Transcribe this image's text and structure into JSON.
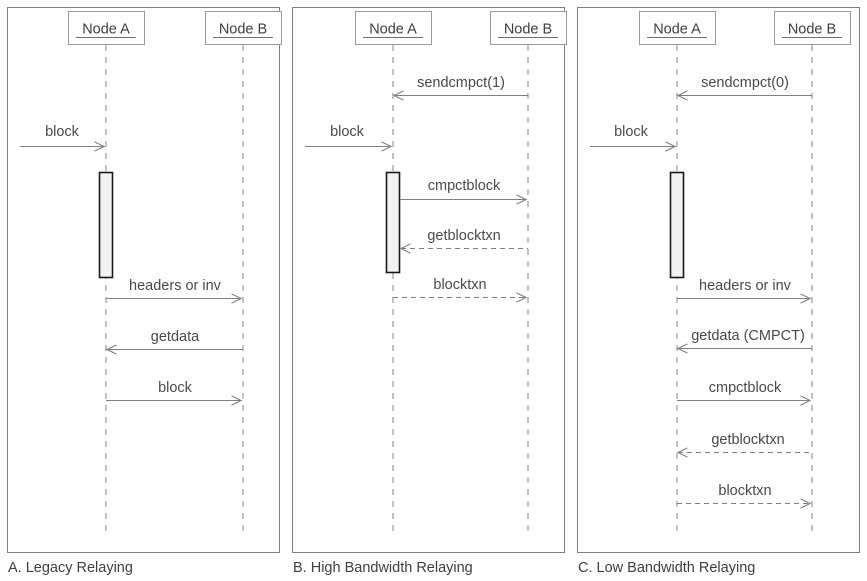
{
  "figure": {
    "title": "Compact Block Relaying Sequence Diagrams",
    "colors": {
      "panel_border": "#808080",
      "node_box_border": "#9a9a9a",
      "lifeline": "#9a9a9a",
      "activation_fill": "#f2f2f2",
      "activation_border": "#1a1a1a",
      "arrow": "#808080",
      "text": "#404040",
      "background": "#ffffff"
    }
  },
  "panels": [
    {
      "id": "panel-a",
      "caption": "A. Legacy Relaying",
      "participants": [
        {
          "name": "Node A",
          "role": "left"
        },
        {
          "name": "Node B",
          "role": "right"
        }
      ],
      "messages": [
        {
          "label": "block",
          "from": "external",
          "to": "Node A",
          "style": "solid",
          "direction": "right"
        },
        {
          "label": "headers or inv",
          "from": "Node A",
          "to": "Node B",
          "style": "solid",
          "direction": "right"
        },
        {
          "label": "getdata",
          "from": "Node B",
          "to": "Node A",
          "style": "solid",
          "direction": "left"
        },
        {
          "label": "block",
          "from": "Node A",
          "to": "Node B",
          "style": "solid",
          "direction": "right"
        }
      ],
      "activations": [
        {
          "on": "Node A"
        }
      ]
    },
    {
      "id": "panel-b",
      "caption": "B. High Bandwidth Relaying",
      "participants": [
        {
          "name": "Node A",
          "role": "left"
        },
        {
          "name": "Node B",
          "role": "right"
        }
      ],
      "messages": [
        {
          "label": "sendcmpct(1)",
          "from": "Node B",
          "to": "Node A",
          "style": "solid",
          "direction": "left"
        },
        {
          "label": "block",
          "from": "external",
          "to": "Node A",
          "style": "solid",
          "direction": "right"
        },
        {
          "label": "cmpctblock",
          "from": "Node A",
          "to": "Node B",
          "style": "solid",
          "direction": "right"
        },
        {
          "label": "getblocktxn",
          "from": "Node B",
          "to": "Node A",
          "style": "dashed",
          "direction": "left"
        },
        {
          "label": "blocktxn",
          "from": "Node A",
          "to": "Node B",
          "style": "dashed",
          "direction": "right"
        }
      ],
      "activations": [
        {
          "on": "Node A"
        }
      ]
    },
    {
      "id": "panel-c",
      "caption": "C. Low Bandwidth Relaying",
      "participants": [
        {
          "name": "Node A",
          "role": "left"
        },
        {
          "name": "Node B",
          "role": "right"
        }
      ],
      "messages": [
        {
          "label": "sendcmpct(0)",
          "from": "Node B",
          "to": "Node A",
          "style": "solid",
          "direction": "left"
        },
        {
          "label": "block",
          "from": "external",
          "to": "Node A",
          "style": "solid",
          "direction": "right"
        },
        {
          "label": "headers or inv",
          "from": "Node A",
          "to": "Node B",
          "style": "solid",
          "direction": "right"
        },
        {
          "label": "getdata (CMPCT)",
          "from": "Node B",
          "to": "Node A",
          "style": "solid",
          "direction": "left"
        },
        {
          "label": "cmpctblock",
          "from": "Node A",
          "to": "Node B",
          "style": "solid",
          "direction": "right"
        },
        {
          "label": "getblocktxn",
          "from": "Node B",
          "to": "Node A",
          "style": "dashed",
          "direction": "left"
        },
        {
          "label": "blocktxn",
          "from": "Node A",
          "to": "Node B",
          "style": "dashed",
          "direction": "right"
        }
      ],
      "activations": [
        {
          "on": "Node A"
        }
      ]
    }
  ],
  "labels": {
    "a": {
      "node_a": "Node A",
      "node_b": "Node B",
      "m1": "block",
      "m2": "headers or inv",
      "m3": "getdata",
      "m4": "block",
      "caption": "A. Legacy Relaying"
    },
    "b": {
      "node_a": "Node A",
      "node_b": "Node B",
      "m1": "sendcmpct(1)",
      "m2": "block",
      "m3": "cmpctblock",
      "m4": "getblocktxn",
      "m5": "blocktxn",
      "caption": "B. High Bandwidth Relaying"
    },
    "c": {
      "node_a": "Node A",
      "node_b": "Node B",
      "m1": "sendcmpct(0)",
      "m2": "block",
      "m3": "headers or inv",
      "m4": "getdata (CMPCT)",
      "m5": "cmpctblock",
      "m6": "getblocktxn",
      "m7": "blocktxn",
      "caption": "C. Low Bandwidth Relaying"
    }
  }
}
